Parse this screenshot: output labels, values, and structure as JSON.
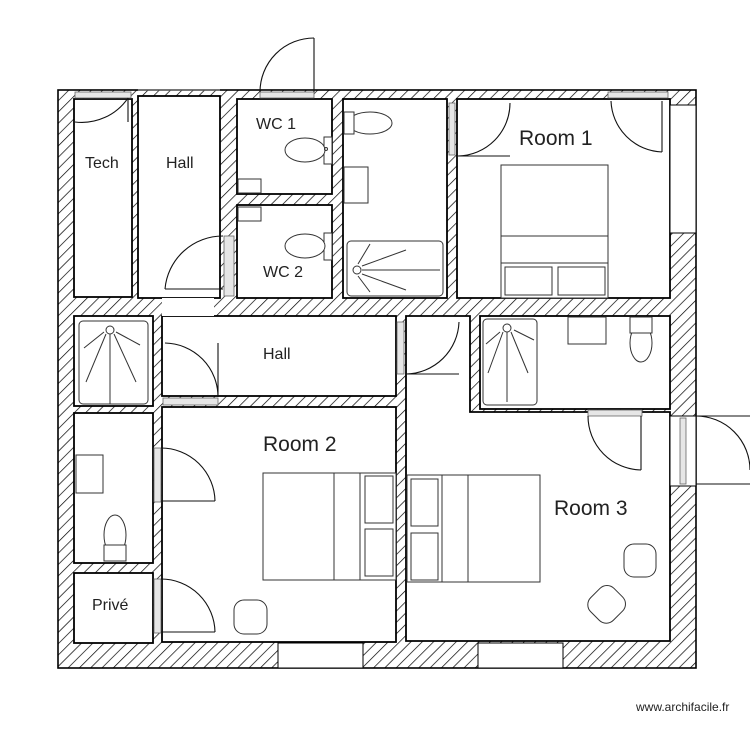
{
  "plan": {
    "rooms": [
      {
        "id": "tech",
        "label": "Tech"
      },
      {
        "id": "hall_top",
        "label": "Hall"
      },
      {
        "id": "wc1",
        "label": "WC 1"
      },
      {
        "id": "wc2",
        "label": "WC 2"
      },
      {
        "id": "bath_top",
        "label": ""
      },
      {
        "id": "room1",
        "label": "Room 1"
      },
      {
        "id": "hall_mid",
        "label": "Hall"
      },
      {
        "id": "room2",
        "label": "Room 2"
      },
      {
        "id": "room3",
        "label": "Room 3"
      },
      {
        "id": "prive",
        "label": "Privé"
      },
      {
        "id": "bath_left",
        "label": ""
      },
      {
        "id": "bath_right",
        "label": ""
      }
    ],
    "fixtures": [
      "toilet",
      "sink",
      "shower",
      "double-bed",
      "armchair"
    ],
    "colors": {
      "wall_stroke": "#000000",
      "hatch": "#000000",
      "background": "#ffffff"
    }
  },
  "footer": {
    "credit": "www.archifacile.fr"
  }
}
